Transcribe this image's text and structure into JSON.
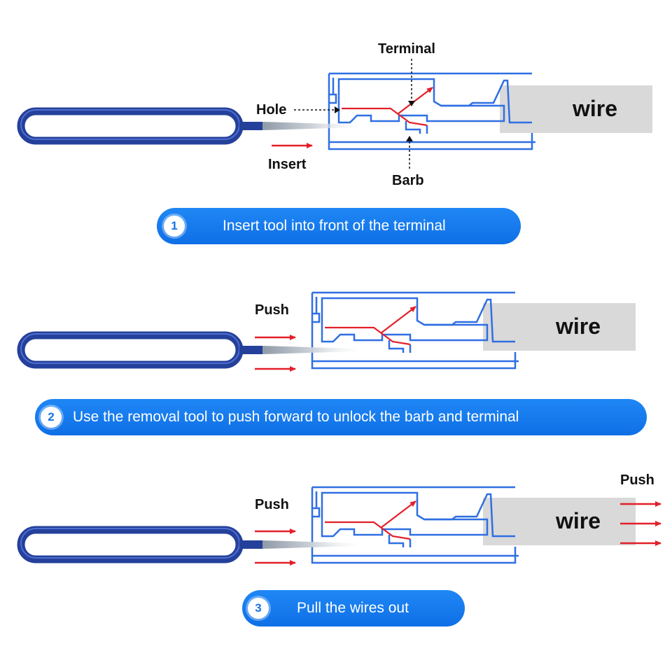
{
  "colors": {
    "tool_blue": "#24409a",
    "tool_highlight": "#4f6ed1",
    "outline_blue": "#2f6fe3",
    "arrow_red": "#e2202a",
    "wire_gray": "#d9d9d9",
    "pill_blue": "#1673e8"
  },
  "icons": [
    "removal-tool-icon",
    "arrow-right-icon"
  ],
  "labels": {
    "terminal": "Terminal",
    "hole": "Hole",
    "insert": "Insert",
    "barb": "Barb",
    "push": "Push",
    "wire": "wire"
  },
  "steps": [
    {
      "number": "1",
      "text": "Insert tool into front of the terminal"
    },
    {
      "number": "2",
      "text": "Use the removal tool to push forward to unlock the barb and terminal"
    },
    {
      "number": "3",
      "text": "Pull the wires out"
    }
  ]
}
